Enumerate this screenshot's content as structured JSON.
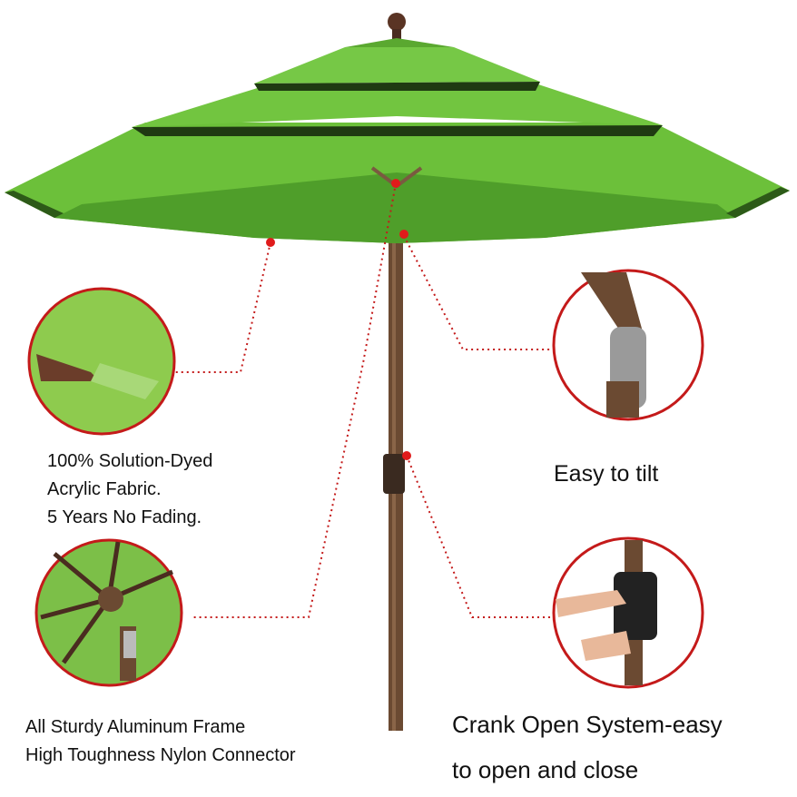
{
  "colors": {
    "canopy": "#6cc03a",
    "canopy_dark": "#3f8a22",
    "pole": "#6b4a32",
    "accent": "#e01b1b"
  },
  "features": {
    "fabric": {
      "lines": [
        "100% Solution-Dyed",
        "Acrylic Fabric.",
        "5 Years No Fading."
      ]
    },
    "tilt": {
      "label": "Easy to tilt"
    },
    "frame": {
      "lines": [
        "All Sturdy Aluminum Frame",
        "High Toughness Nylon Connector"
      ]
    },
    "crank": {
      "lines": [
        "Crank Open System-easy",
        "to open and close"
      ]
    }
  }
}
